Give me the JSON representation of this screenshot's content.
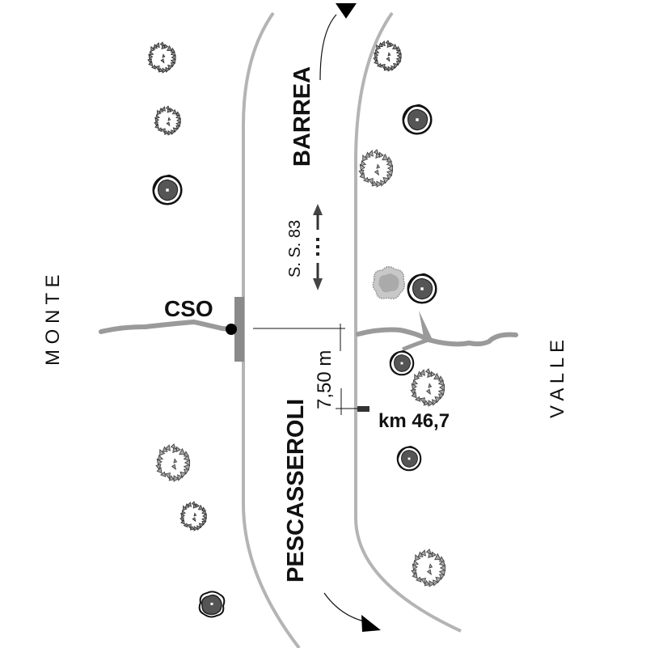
{
  "labels": {
    "monte": "M O N T E",
    "valle": "V A L L E",
    "barrea": "BARREA",
    "pescasseroli": "PESCASSEROLI",
    "road_name": "S. S. 83",
    "cso": "CSO",
    "distance": "7,50  m",
    "km_marker": "km  46,7"
  },
  "colors": {
    "road_edge": "#b4b4b4",
    "stream": "#9a9a9a",
    "culvert": "#8a8a8a",
    "tree_fill_light": "#a8a8a8",
    "tree_fill_dark": "#5a5a5a",
    "ink": "#111111"
  }
}
